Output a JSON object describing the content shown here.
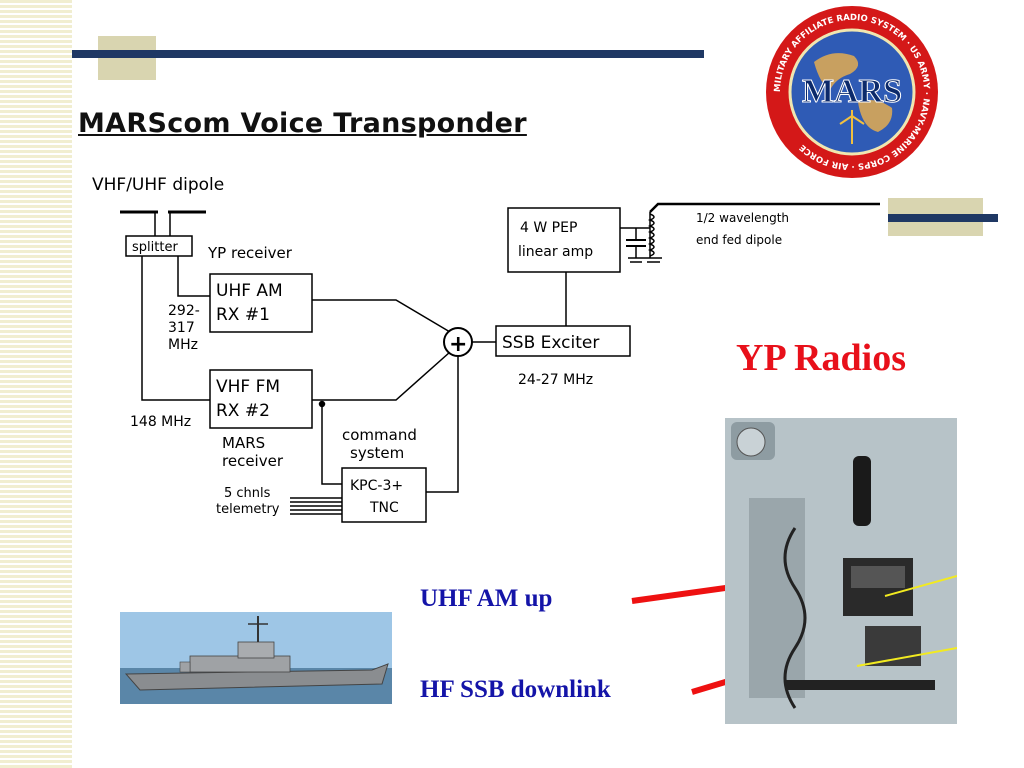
{
  "slide": {
    "title": "MARScom  Voice Transponder",
    "yp_radios": "YP Radios",
    "uhf_am_up": "UHF AM up",
    "hf_ssb_downlink": "HF SSB downlink"
  },
  "diagram": {
    "dipole_label": "VHF/UHF  dipole",
    "splitter": "splitter",
    "yp_receiver": "YP receiver",
    "uhf_am_line1": "UHF AM",
    "uhf_am_line2": "RX #1",
    "freq_uhf_1": "292-",
    "freq_uhf_2": "317",
    "freq_uhf_3": "MHz",
    "vhf_fm_line1": "VHF FM",
    "vhf_fm_line2": "RX #2",
    "freq_vhf": "148 MHz",
    "mars_receiver_1": "MARS",
    "mars_receiver_2": "receiver",
    "command_1": "command",
    "command_2": "system",
    "kpc_1": "KPC-3+",
    "kpc_2": "TNC",
    "telemetry_1": "5 chnls",
    "telemetry_2": "telemetry",
    "amp_1": "4 W PEP",
    "amp_2": "linear amp",
    "antenna_1": "1/2 wavelength",
    "antenna_2": "end fed dipole",
    "exciter": "SSB Exciter",
    "exciter_freq": "24-27 MHz",
    "summer": "+"
  },
  "logo": {
    "center": "MARS",
    "ring_text": "MILITARY AFFILIATE RADIO SYSTEM · US ARMY · NAVY-MARINE CORPS · AIR FORCE"
  },
  "colors": {
    "accent_navy": "#1f3864",
    "accent_tan": "#d9d5b0",
    "red_label": "#e8101a",
    "blue_label": "#1414a8",
    "arrow_red": "#ee1111"
  }
}
